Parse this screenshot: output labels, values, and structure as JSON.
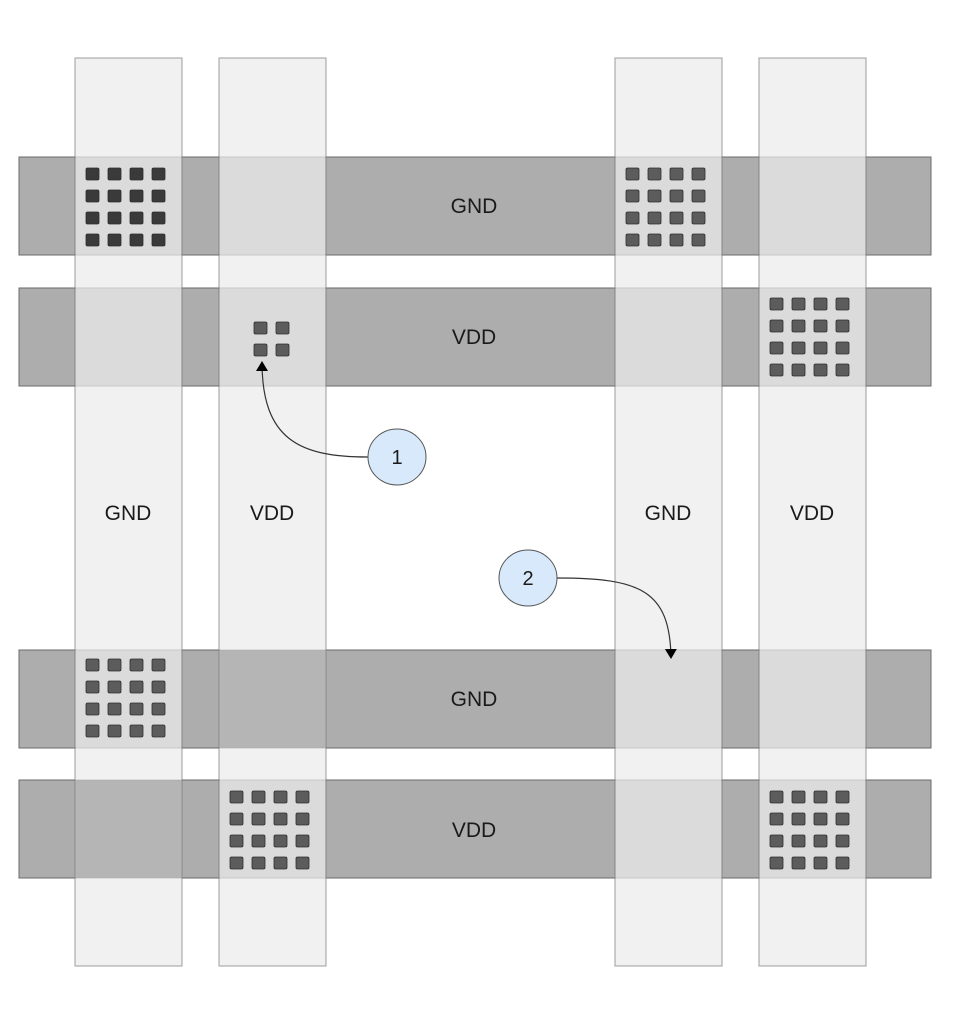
{
  "horizontal_rails": [
    {
      "label": "GND",
      "net": "gnd"
    },
    {
      "label": "VDD",
      "net": "vdd"
    },
    {
      "label": "GND",
      "net": "gnd"
    },
    {
      "label": "VDD",
      "net": "vdd"
    }
  ],
  "vertical_rails": [
    {
      "label": "GND",
      "net": "gnd"
    },
    {
      "label": "VDD",
      "net": "vdd"
    },
    {
      "label": "GND",
      "net": "gnd"
    },
    {
      "label": "VDD",
      "net": "vdd"
    }
  ],
  "callouts": [
    {
      "label": "1"
    },
    {
      "label": "2"
    }
  ],
  "colors": {
    "horizontal_rail": "#adadad",
    "vertical_rail": "#e8e8e8",
    "via": "#5c5c5c",
    "via_dark": "#3a3a3a",
    "callout_fill": "#d7e9fb",
    "stroke": "#555555"
  }
}
